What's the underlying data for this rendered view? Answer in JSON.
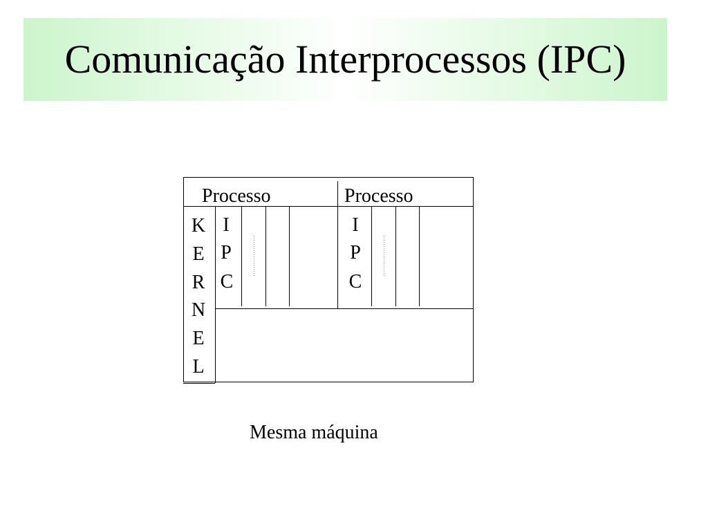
{
  "slide": {
    "title": "Comunicação Interprocessos (IPC)",
    "caption": "Mesma máquina"
  },
  "diagram": {
    "kernel_label": [
      "K",
      "E",
      "R",
      "N",
      "E",
      "L"
    ],
    "process_1": {
      "label": "Processo",
      "ipc_letters": [
        "I",
        "P",
        "C"
      ]
    },
    "process_2": {
      "label": "Processo",
      "ipc_letters": [
        "I",
        "P",
        "C"
      ]
    }
  },
  "colors": {
    "title_background": "#ccf5cc",
    "lines": "#000000"
  }
}
